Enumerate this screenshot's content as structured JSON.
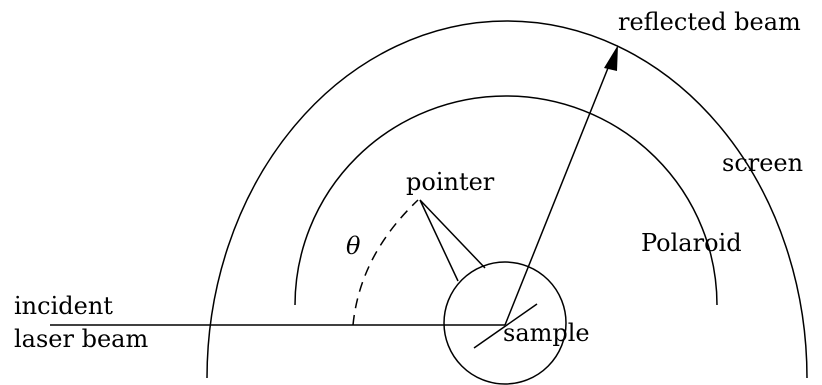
{
  "labels": {
    "reflected_beam": "reflected beam",
    "screen": "screen",
    "pointer": "pointer",
    "theta": "θ",
    "polaroid": "Polaroid",
    "incident_line1": "incident",
    "incident_line2": "laser beam",
    "sample": "sample"
  },
  "colors": {
    "ink": "#000000",
    "background": "#ffffff"
  }
}
